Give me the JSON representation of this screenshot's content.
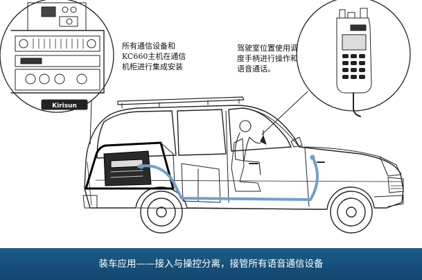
{
  "annotations": {
    "left_note": [
      "所有通信设备和",
      "KC660主机在通信",
      "机柜进行集成安装"
    ],
    "right_note": [
      "驾驶室位置使用调",
      "度手柄进行操作和",
      "语音通话。"
    ]
  },
  "equipment_labels": {
    "brand_mark": "Kirisun"
  },
  "caption": "装车应用——接入与操控分离，接管所有语音通信设备",
  "colors": {
    "caption_background": "#15507c",
    "cable": "#6f9fce",
    "line_art": "#222222"
  },
  "icons": [
    "radio-rack-icon",
    "handheld-controller-icon",
    "van-icon",
    "driver-icon",
    "communication-cabinet-icon",
    "cable-route-icon"
  ]
}
